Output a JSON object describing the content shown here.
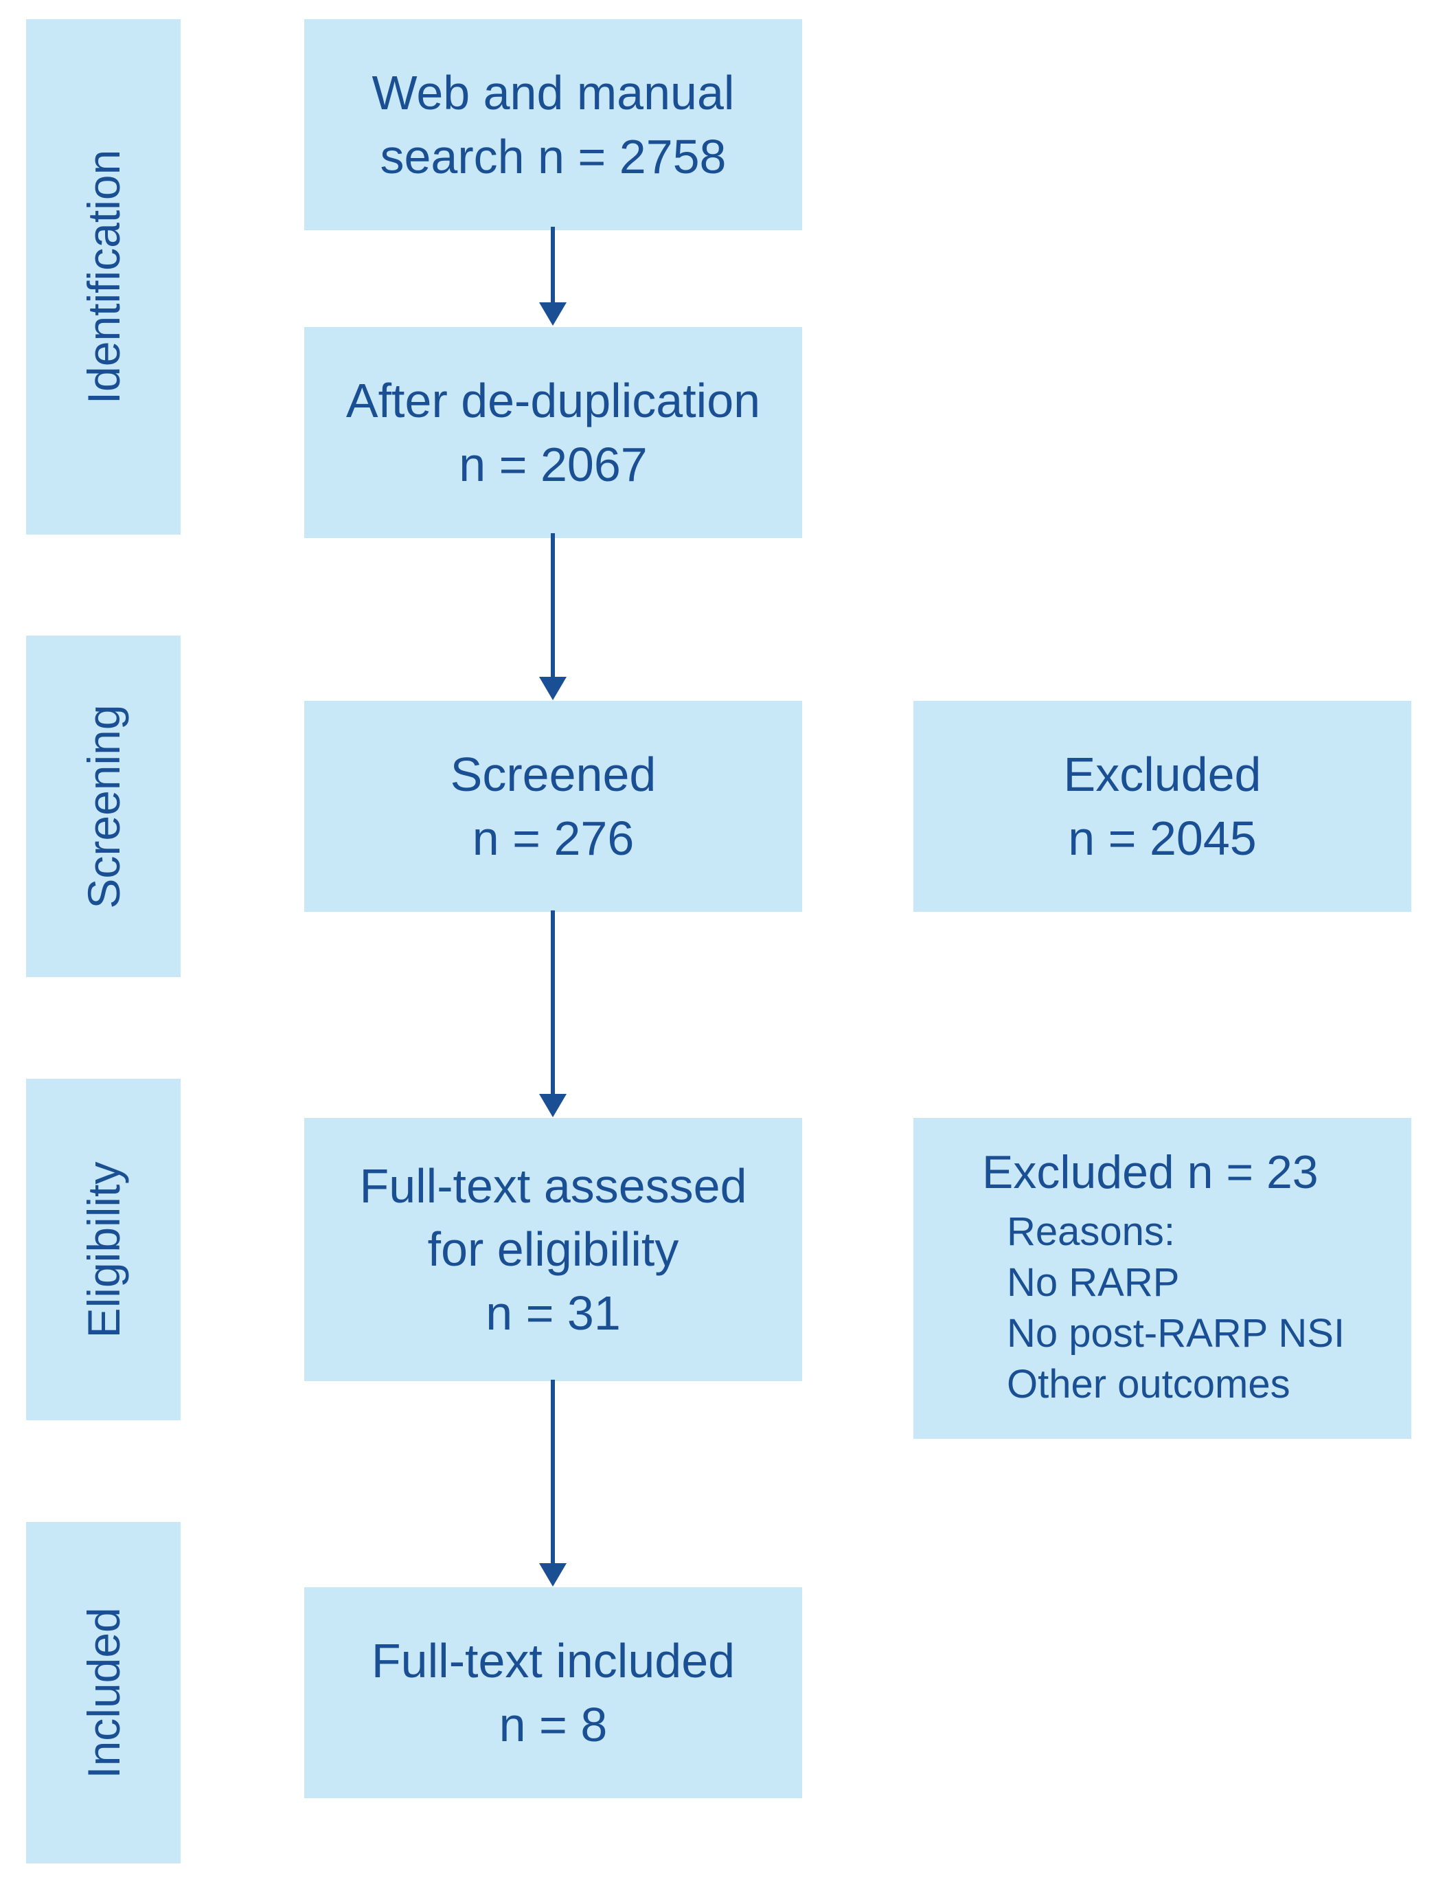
{
  "stages": [
    {
      "id": "identification",
      "label": "Identification"
    },
    {
      "id": "screening",
      "label": "Screening"
    },
    {
      "id": "eligibility",
      "label": "Eligibility"
    },
    {
      "id": "included",
      "label": "Included"
    }
  ],
  "boxes": {
    "search": {
      "line1": "Web and manual",
      "line2": "search n = 2758"
    },
    "dedup": {
      "line1": "After de-duplication",
      "line2": "n = 2067"
    },
    "screened": {
      "line1": "Screened",
      "line2": "n = 276"
    },
    "excluded_screening": {
      "line1": "Excluded",
      "line2": "n = 2045"
    },
    "fulltext_assessed": {
      "line1": "Full-text assessed",
      "line2": "for eligibility",
      "line3": "n = 31"
    },
    "excluded_eligibility": {
      "title": "Excluded n = 23",
      "reasons_label": "Reasons:",
      "reasons": [
        "No RARP",
        "No post-RARP NSI",
        "Other outcomes"
      ]
    },
    "included": {
      "line1": "Full-text included",
      "line2": "n = 8"
    }
  },
  "colors": {
    "panel_fill": "#c8e7f7",
    "text": "#1a4f93",
    "arrow": "#1a4f93"
  }
}
